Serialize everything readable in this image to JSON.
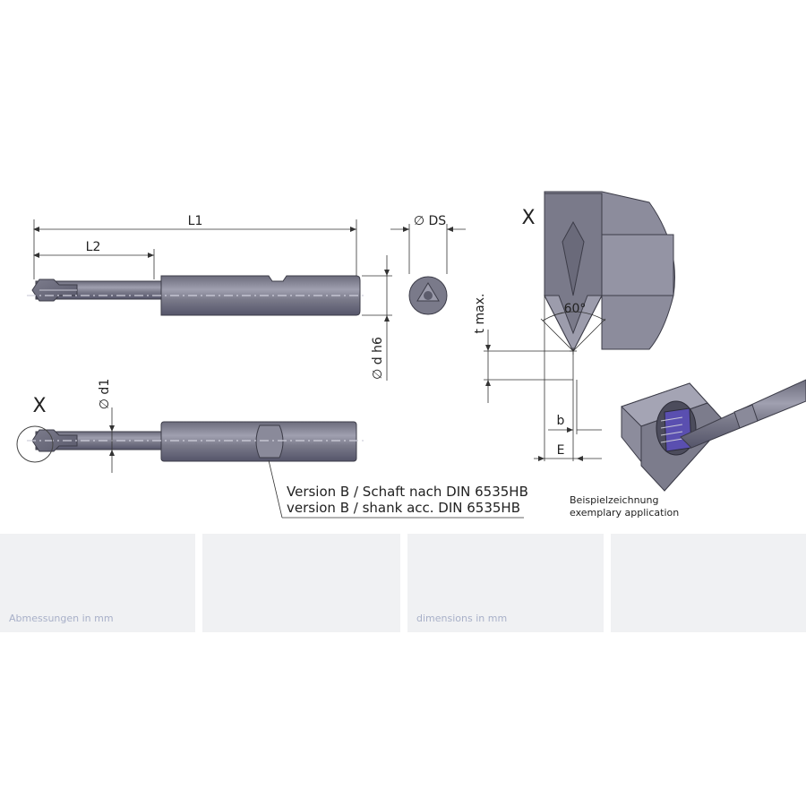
{
  "labels": {
    "L1": "L1",
    "L2": "L2",
    "DS": "∅ DS",
    "d_h6": "∅ d h6",
    "d1": "∅ d1",
    "t_max": "t max.",
    "angle": "60°",
    "b": "b",
    "E": "E",
    "detail_X_left": "X",
    "detail_X_right": "X"
  },
  "version_note": {
    "line1": "Version B / Schaft nach DIN 6535HB",
    "line2": "version B / shank acc. DIN 6535HB"
  },
  "example_note": {
    "line1": "Beispielzeichnung",
    "line2": "exemplary application"
  },
  "footer": {
    "left": "Abmessungen in mm",
    "right": "dimensions in mm"
  },
  "colors": {
    "tool_body": "#7e7e8e",
    "workpiece": "#8c8c9c",
    "thread_highlight": "#5a4fb0",
    "footer_panel": "#f0f1f3",
    "footer_text": "#a8b0c8"
  }
}
